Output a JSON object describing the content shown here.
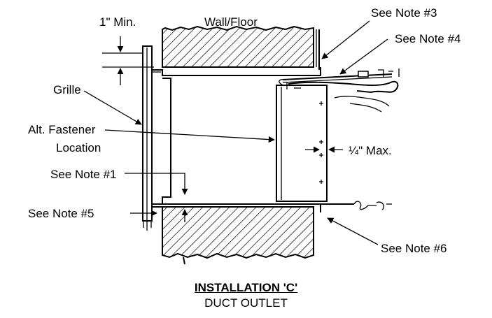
{
  "labels": {
    "min_gap": "1\" Min.",
    "wall_floor": "Wall/Floor",
    "note3": "See Note #3",
    "note4": "See Note #4",
    "grille": "Grille",
    "alt_fastener_line1": "Alt. Fastener",
    "alt_fastener_line2": "Location",
    "quarter_max": "¼\" Max.",
    "note1": "See Note #1",
    "note5": "See Note #5",
    "note6": "See Note #6"
  },
  "caption": {
    "title": "INSTALLATION 'C'",
    "subtitle": "DUCT OUTLET"
  }
}
